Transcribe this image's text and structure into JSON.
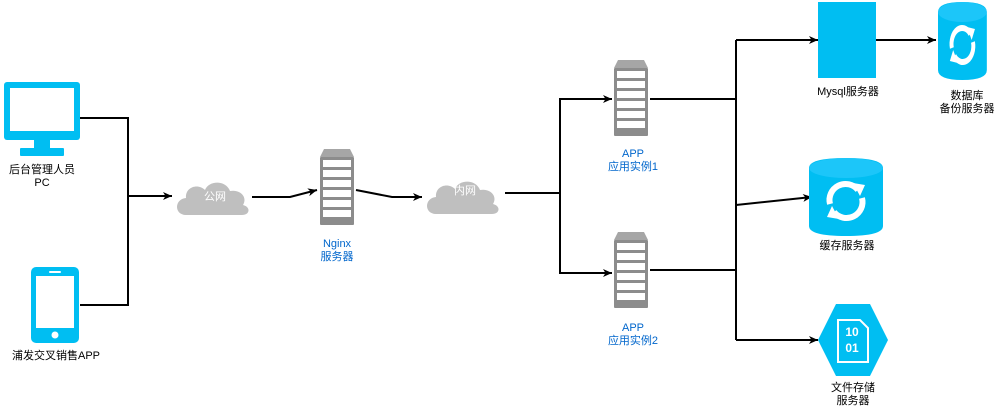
{
  "colors": {
    "device": "#00bef2",
    "cloud": "#bfbfbf",
    "server_body": "#8c8c8c",
    "server_slot": "#ffffff",
    "server_top": "#a6a6a6",
    "edge": "#000000",
    "label_dark": "#000000",
    "label_blue": "#0066cc"
  },
  "nodes": {
    "admin_pc": {
      "line1": "后台管理人员",
      "line2": "PC",
      "icon": "monitor-icon"
    },
    "mobile_app": {
      "line1": "浦发交叉销售APP",
      "icon": "phone-icon"
    },
    "public_net": {
      "label": "公网",
      "icon": "cloud-icon"
    },
    "nginx": {
      "line1": "Nginx",
      "line2": "服务器",
      "icon": "server-rack-icon"
    },
    "internal_net": {
      "label": "内网",
      "icon": "cloud-icon"
    },
    "app1": {
      "line1": "APP",
      "line2": "应用实例1",
      "icon": "server-rack-icon"
    },
    "app2": {
      "line1": "APP",
      "line2": "应用实例2",
      "icon": "server-rack-icon"
    },
    "mysql": {
      "line1": "Mysql服务器",
      "icon": "rectangle-server-icon"
    },
    "db_backup": {
      "line1": "数据库",
      "line2": "备份服务器",
      "icon": "database-sync-icon"
    },
    "cache": {
      "line1": "缓存服务器",
      "icon": "database-sync-icon"
    },
    "file_storage": {
      "line1": "文件存储",
      "line2": "服务器",
      "icon": "binary-storage-icon",
      "glyph_top": "10",
      "glyph_bottom": "01"
    }
  }
}
